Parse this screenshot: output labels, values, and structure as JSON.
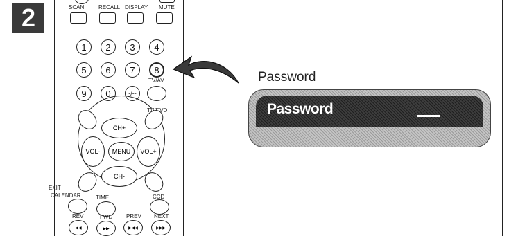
{
  "step": {
    "number": "2"
  },
  "remote": {
    "top_row": [
      "SCAN",
      "RECALL",
      "DISPLAY",
      "MUTE"
    ],
    "digits": [
      "1",
      "2",
      "3",
      "4",
      "5",
      "6",
      "7",
      "8",
      "9",
      "0",
      "-/--"
    ],
    "highlighted_digit": "8",
    "tv_av": "TV/AV",
    "tv_dvd": "TV/DVD",
    "dpad": {
      "up": "CH+",
      "down": "CH-",
      "left": "VOL-",
      "right": "VOL+",
      "center": "MENU"
    },
    "exit": "EXIT",
    "bottom_labels": [
      "CALENDAR",
      "TIME",
      "CCD"
    ],
    "transport": [
      {
        "label": "REV",
        "symbol": "◀◀"
      },
      {
        "label": "FWD",
        "symbol": "▶▶"
      },
      {
        "label": "PREV",
        "symbol": "▶◀◀"
      },
      {
        "label": "NEXT",
        "symbol": "▶▶▶"
      }
    ]
  },
  "osd": {
    "label": "Password",
    "bar_title": "Password",
    "value": "—"
  },
  "colors": {
    "badge": "#3a3a3a",
    "osd_dark": "#2c2c2c",
    "osd_light": "#b0b0b0"
  }
}
